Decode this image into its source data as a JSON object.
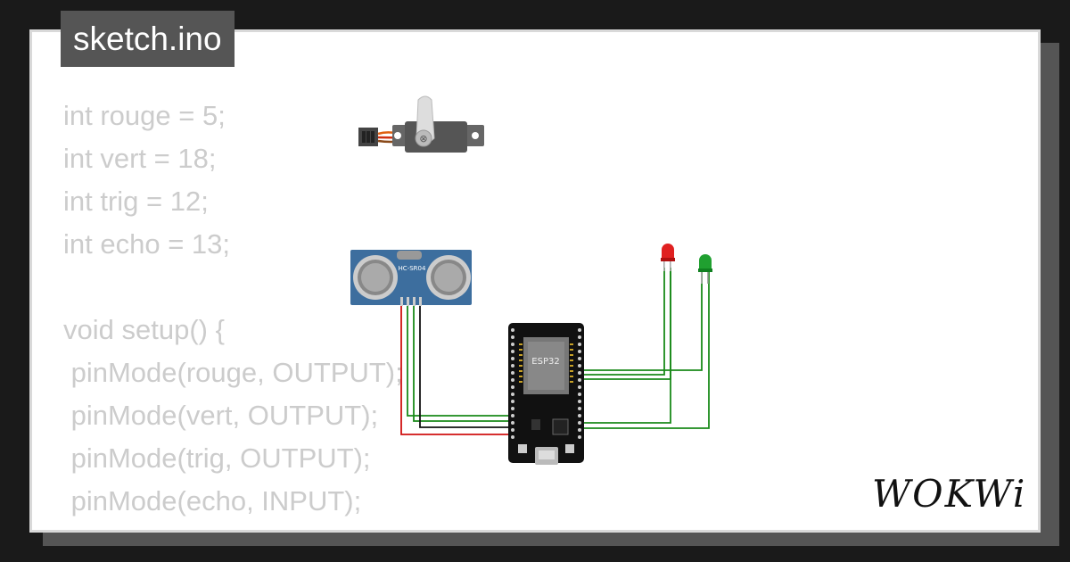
{
  "tab": {
    "filename": "sketch.ino"
  },
  "code_lines": [
    "int rouge = 5;",
    "int vert = 18;",
    "int trig = 12;",
    "int echo = 13;",
    "",
    "void setup() {",
    " pinMode(rouge, OUTPUT);",
    " pinMode(vert, OUTPUT);",
    " pinMode(trig, OUTPUT);",
    " pinMode(echo, INPUT);",
    "}"
  ],
  "components": {
    "ultrasonic_label": "HC-SR04",
    "mcu_label": "ESP32"
  },
  "brand": {
    "logo_text": "WOKWi"
  },
  "colors": {
    "background": "#1a1a1a",
    "card": "#ffffff",
    "tab": "#555555",
    "code_text": "#cccccc",
    "wire_green": "#1a8a1a",
    "wire_red": "#d01010",
    "wire_black": "#111111",
    "led_red": "#e02020",
    "led_green": "#20a030",
    "sensor_blue": "#3d6e9e",
    "servo_body": "#555555"
  },
  "icons": [
    "servo-motor-icon",
    "ultrasonic-sensor-icon",
    "red-led-icon",
    "green-led-icon",
    "esp32-board-icon",
    "wokwi-logo"
  ]
}
